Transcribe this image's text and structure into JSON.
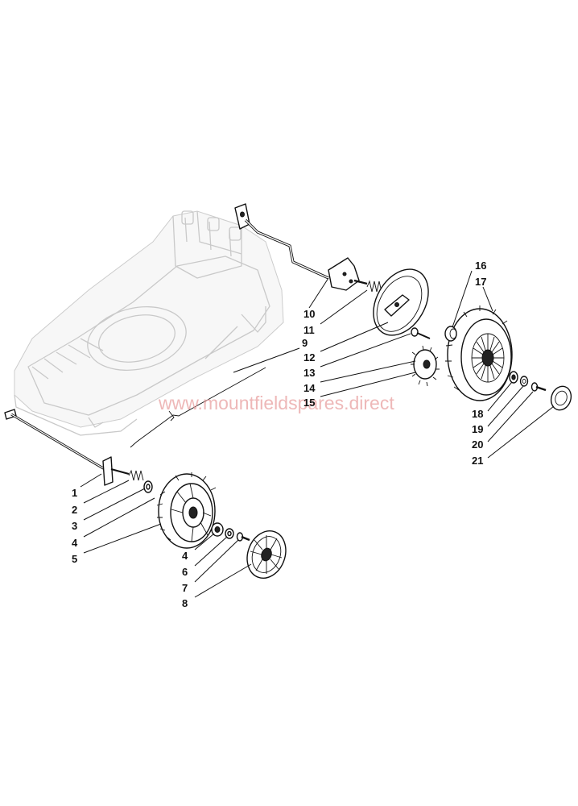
{
  "watermark": "www.mountfieldspares.direct",
  "callouts": {
    "c1": "1",
    "c2": "2",
    "c3": "3",
    "c4a": "4",
    "c5": "5",
    "c4b": "4",
    "c6": "6",
    "c7": "7",
    "c8": "8",
    "c9": "9",
    "c10": "10",
    "c11": "11",
    "c12": "12",
    "c13": "13",
    "c14": "14",
    "c15": "15",
    "c16": "16",
    "c17": "17",
    "c18": "18",
    "c19": "19",
    "c20": "20",
    "c21": "21"
  },
  "colors": {
    "line": "#111111",
    "ghost": "#c9c9c9",
    "watermark": "#e8a0a0"
  }
}
